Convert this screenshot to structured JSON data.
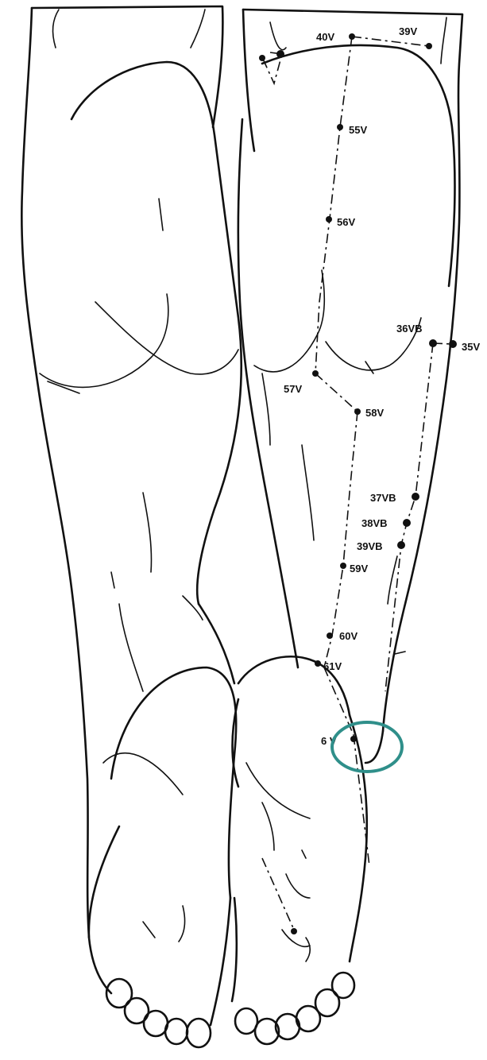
{
  "figure": {
    "highlight_color": "#2f8f8a",
    "ink_color": "#111111",
    "acupoints": [
      {
        "id": "p40v",
        "label": "40V"
      },
      {
        "id": "p39v",
        "label": "39V"
      },
      {
        "id": "p55v",
        "label": "55V"
      },
      {
        "id": "p56v",
        "label": "56V"
      },
      {
        "id": "p36vb",
        "label": "36VB"
      },
      {
        "id": "p35v",
        "label": "35V"
      },
      {
        "id": "p57v",
        "label": "57V"
      },
      {
        "id": "p58v",
        "label": "58V"
      },
      {
        "id": "p37vb",
        "label": "37VB"
      },
      {
        "id": "p38vb",
        "label": "38VB"
      },
      {
        "id": "p39vb",
        "label": "39VB"
      },
      {
        "id": "p59v",
        "label": "59V"
      },
      {
        "id": "p60v",
        "label": "60V"
      },
      {
        "id": "p61v",
        "label": "61V"
      },
      {
        "id": "p62v",
        "label": "6 V"
      }
    ]
  }
}
